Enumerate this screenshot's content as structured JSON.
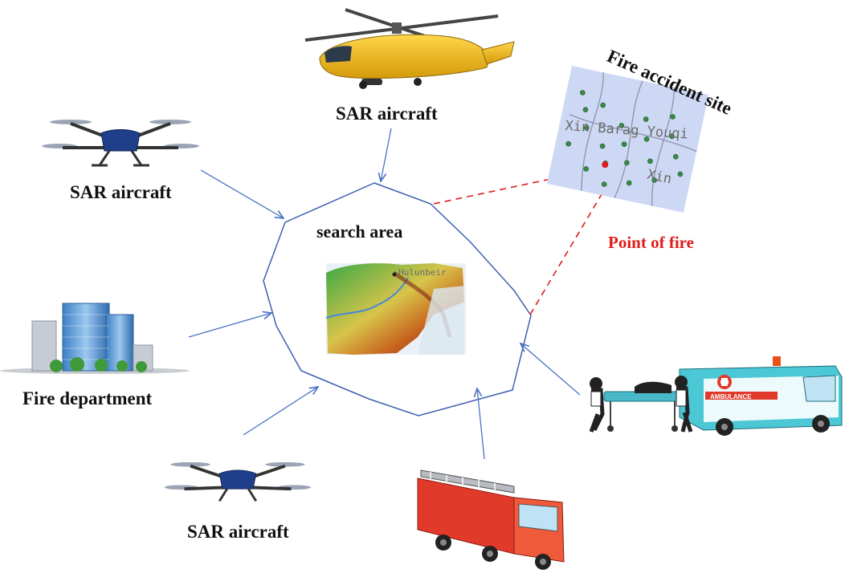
{
  "labels": {
    "sar_top": "SAR aircraft",
    "sar_left": "SAR aircraft",
    "sar_bottom": "SAR aircraft",
    "fire_department": "Fire department",
    "search_area": "search area",
    "fire_accident_site": "Fire accident site",
    "point_of_fire": "Point of fire"
  },
  "map_text": {
    "city": "Hulunbeir",
    "site_line1": "Xin Barag Youqi",
    "site_line2": "Xin"
  },
  "vehicle_text": {
    "ambulance": "AMBULANCE"
  },
  "colors": {
    "arrow": "#4a72c4",
    "octagon": "#3c5fb0",
    "dashed": "#e01b1b",
    "point_label": "#e01b1b"
  }
}
